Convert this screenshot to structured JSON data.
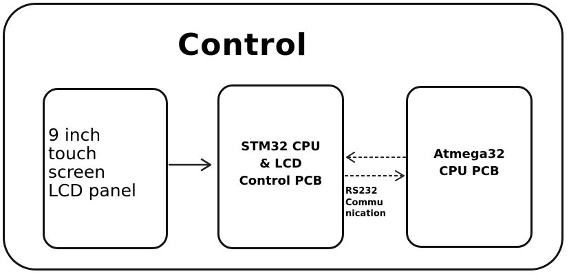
{
  "diagram": {
    "title": "Control",
    "lcd_panel": {
      "lines": [
        "9 inch",
        "touch",
        "screen",
        "LCD panel"
      ]
    },
    "stm32_board": {
      "lines": [
        "STM32 CPU",
        "& LCD",
        "Control PCB"
      ]
    },
    "atmega_board": {
      "lines": [
        "Atmega32",
        "CPU PCB"
      ]
    },
    "link_label": {
      "lines": [
        "RS232",
        "Commu",
        "nication"
      ]
    }
  }
}
